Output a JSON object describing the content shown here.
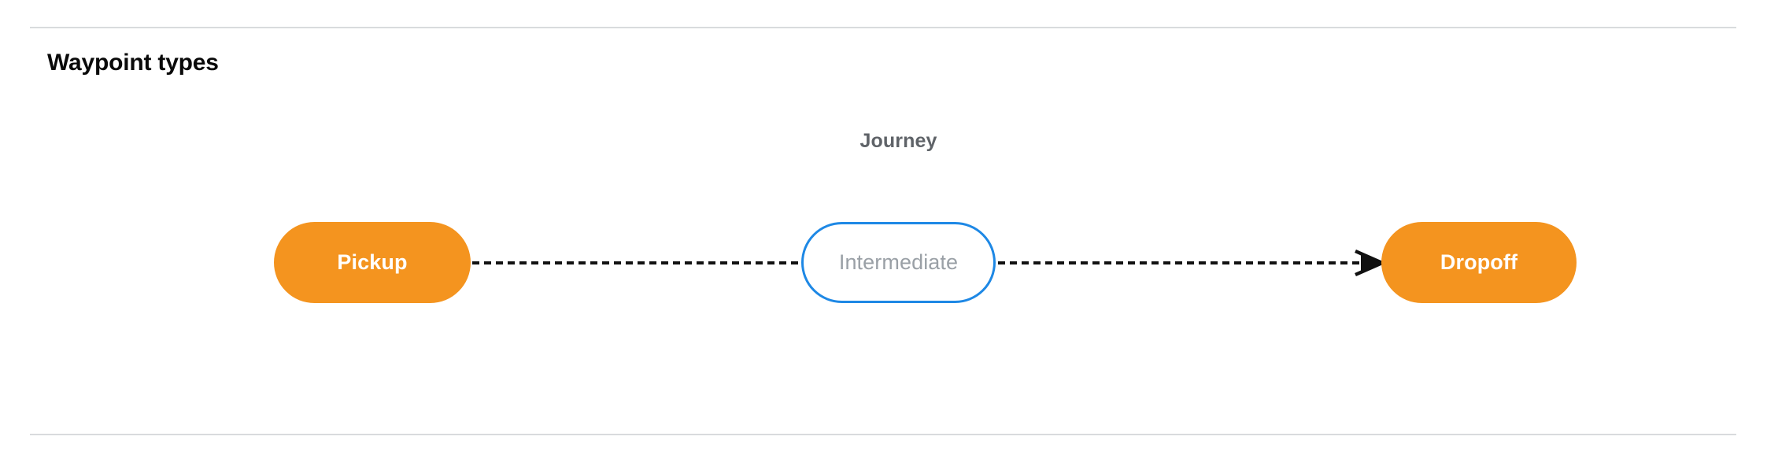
{
  "section": {
    "title": "Waypoint types"
  },
  "diagram": {
    "group_label": "Journey",
    "nodes": [
      {
        "id": "pickup",
        "label": "Pickup",
        "type": "terminal",
        "fill": "#f4941f",
        "text_color": "#ffffff"
      },
      {
        "id": "intermediate",
        "label": "Intermediate",
        "type": "intermediate",
        "fill": "#ffffff",
        "border_color": "#1e88e5",
        "text_color": "#9aa0a6"
      },
      {
        "id": "dropoff",
        "label": "Dropoff",
        "type": "terminal",
        "fill": "#f4941f",
        "text_color": "#ffffff"
      }
    ],
    "connectors": [
      {
        "from": "pickup",
        "to": "intermediate",
        "style": "dashed",
        "color": "#111111",
        "arrowhead": false
      },
      {
        "from": "intermediate",
        "to": "dropoff",
        "style": "dashed",
        "color": "#111111",
        "arrowhead": true
      }
    ]
  },
  "dividers": {
    "color": "#d9dbdd"
  }
}
